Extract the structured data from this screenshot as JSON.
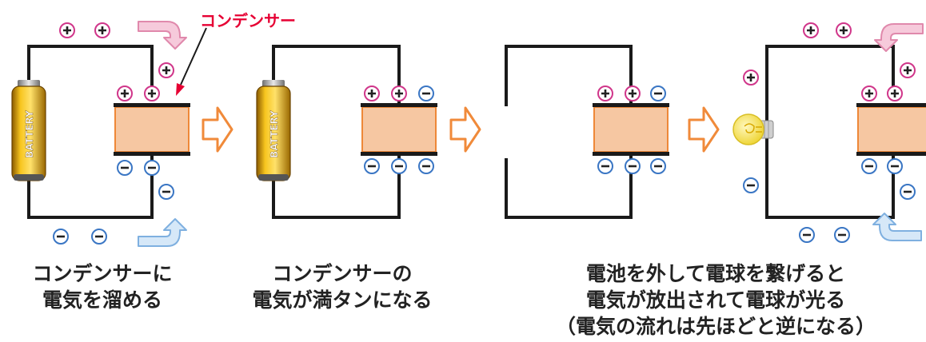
{
  "callout": {
    "text": "コンデンサー",
    "color": "#e60033"
  },
  "battery": {
    "label": "BATTERY"
  },
  "charge": {
    "plus": "+",
    "minus": "−"
  },
  "captions": {
    "step1": [
      "コンデンサーに",
      "電気を溜める"
    ],
    "step2": [
      "コンデンサーの",
      "電気が満タンになる"
    ],
    "step3": [
      "電池を外して電球を繋げると",
      "電気が放出されて電球が光る",
      "（電気の流れは先ほどと逆になる）"
    ]
  },
  "colors": {
    "wire": "#1a1a1a",
    "capacitor_fill": "#f6c7a2",
    "capacitor_border": "#ee8838",
    "step_arrow": "#f08a3a",
    "plus": "#d0368a",
    "minus": "#3a76c4",
    "flow_pink": "#eea2bf",
    "flow_blue": "#9cc3ea",
    "bulb": "#f2e25a"
  },
  "icons": [
    "battery-icon",
    "light-bulb-icon",
    "right-step-arrow-icon",
    "plus-charge-icon",
    "minus-charge-icon",
    "curved-flow-arrow-icon"
  ]
}
